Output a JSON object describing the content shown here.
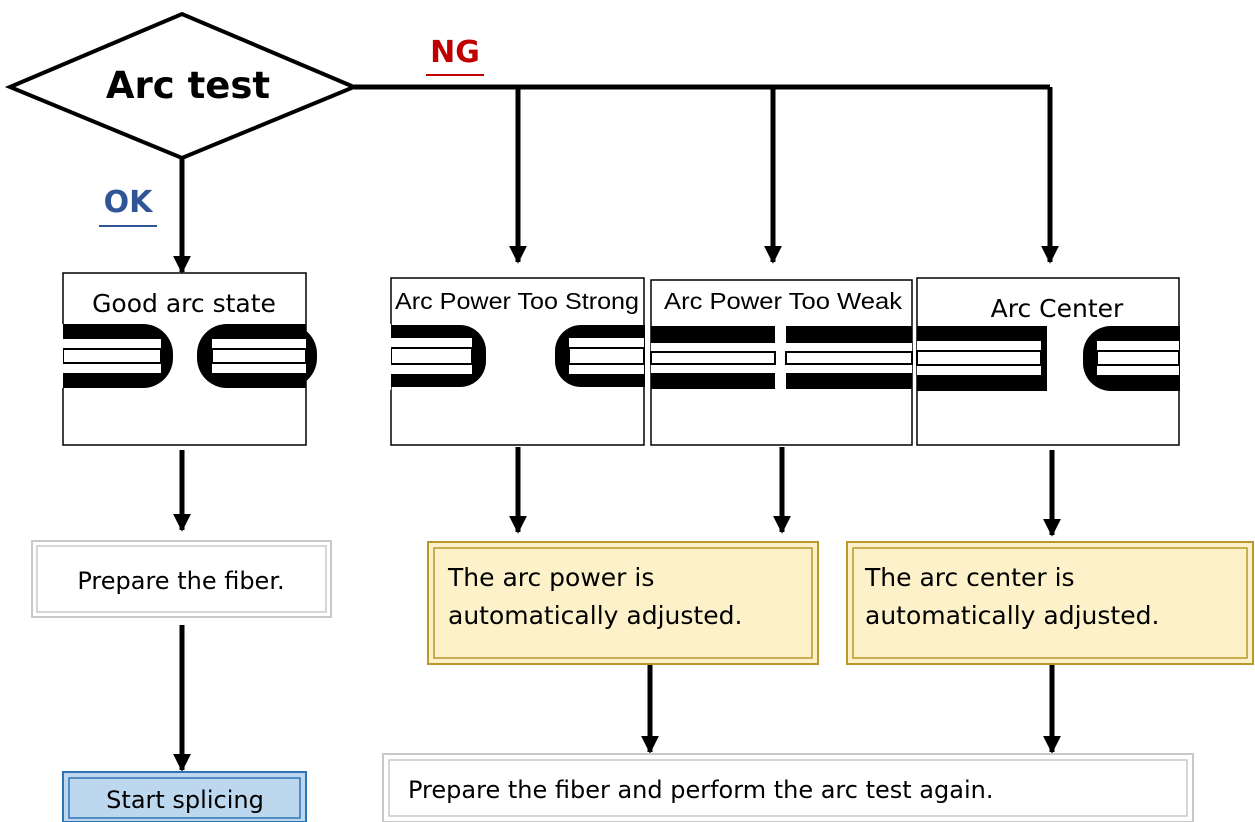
{
  "decision": {
    "label": "Arc test"
  },
  "branches": {
    "ok": "OK",
    "ng": "NG"
  },
  "states": [
    {
      "label": "Good arc state"
    },
    {
      "label": "Arc Power Too Strong"
    },
    {
      "label": "Arc Power Too Weak"
    },
    {
      "label": "Arc Center"
    }
  ],
  "steps": {
    "prepare": "Prepare the fiber.",
    "power_line1": "The arc power is",
    "power_line2": "automatically adjusted.",
    "center_line1": "The arc center is",
    "center_line2": "automatically adjusted.",
    "start": "Start splicing",
    "retry": "Prepare the fiber and perform the arc test again."
  },
  "colors": {
    "ok": "#2f5597",
    "ng": "#c00000",
    "adjust_fill": "#fdf1c9",
    "adjust_border": "#b8972b",
    "start_fill": "#bdd7ee",
    "start_border": "#2e75b6",
    "plain_border": "#c8c8c8"
  }
}
